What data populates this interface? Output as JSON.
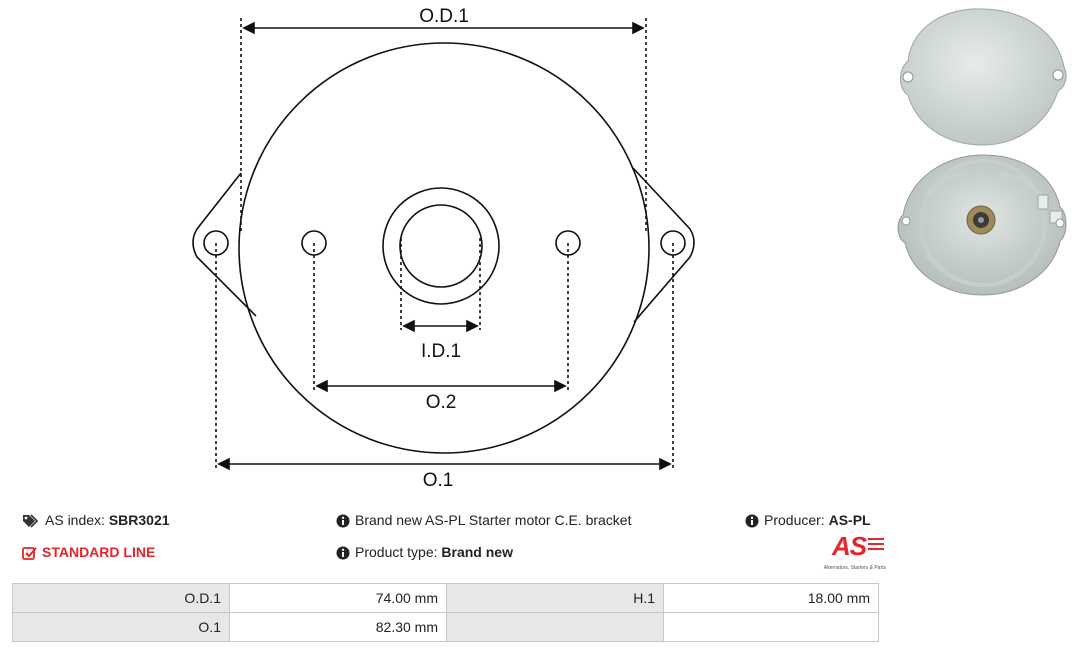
{
  "diagram": {
    "labels": {
      "od1": "O.D.1",
      "id1": "I.D.1",
      "o2": "O.2",
      "o1": "O.1"
    }
  },
  "info": {
    "as_index_label": "AS index: ",
    "as_index_value": "SBR3021",
    "standard_line": "STANDARD LINE",
    "description": "Brand new AS-PL Starter motor C.E. bracket",
    "product_type_label": "Product type: ",
    "product_type_value": "Brand new",
    "producer_label": "Producer: ",
    "producer_value": "AS-PL",
    "logo_text": "AS",
    "logo_tagline": "Alternators, Starters & Parts"
  },
  "colors": {
    "accent_red": "#e4252b",
    "label_cell_bg": "#e7e7e7",
    "border": "#c8c8c8"
  },
  "specs": {
    "rows": [
      [
        "O.D.1",
        "74.00 mm",
        "H.1",
        "18.00 mm"
      ],
      [
        "O.1",
        "82.30 mm",
        "",
        ""
      ]
    ]
  }
}
